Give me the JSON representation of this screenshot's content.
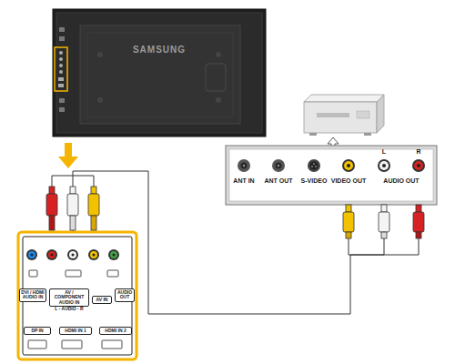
{
  "diagram": {
    "nodes": [
      {
        "text": [
          "SAMSUNG"
        ]
      },
      {
        "text": [
          "DVI / HDMI AUDIO IN",
          "AV / COMPONENT AUDIO IN",
          "L - AUDIO - R",
          "AV IN",
          "AUDIO OUT",
          "DP IN",
          "HDMI IN 1",
          "HDMI IN 2"
        ]
      },
      {
        "text": [
          "ANT IN",
          "ANT OUT",
          "S-VIDEO",
          "VIDEO OUT",
          "L",
          "R",
          "AUDIO OUT"
        ]
      }
    ],
    "edges": [
      {
        "from": 1,
        "to": 2,
        "arrow": "none"
      }
    ]
  }
}
